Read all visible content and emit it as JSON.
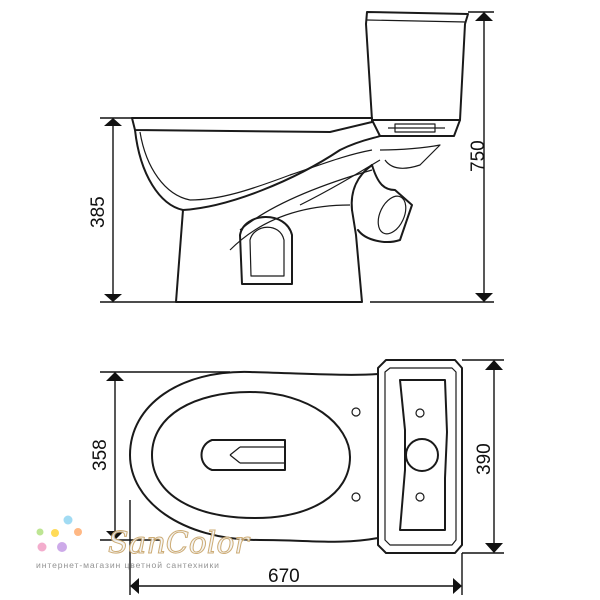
{
  "dimensions": {
    "bowl_height": "385",
    "total_height": "750",
    "bowl_width": "358",
    "tank_width": "390",
    "total_length": "670"
  },
  "watermark": {
    "brand": "SanColor",
    "tagline": "интернет-магазин цветной сантехники",
    "dot_colors": [
      "#f2a7c9",
      "#ffd94a",
      "#9ad8f2",
      "#b8e38a",
      "#c9a3e8",
      "#ffb27a"
    ]
  },
  "icons": [
    "side-view-toilet-icon",
    "top-view-toilet-icon"
  ]
}
